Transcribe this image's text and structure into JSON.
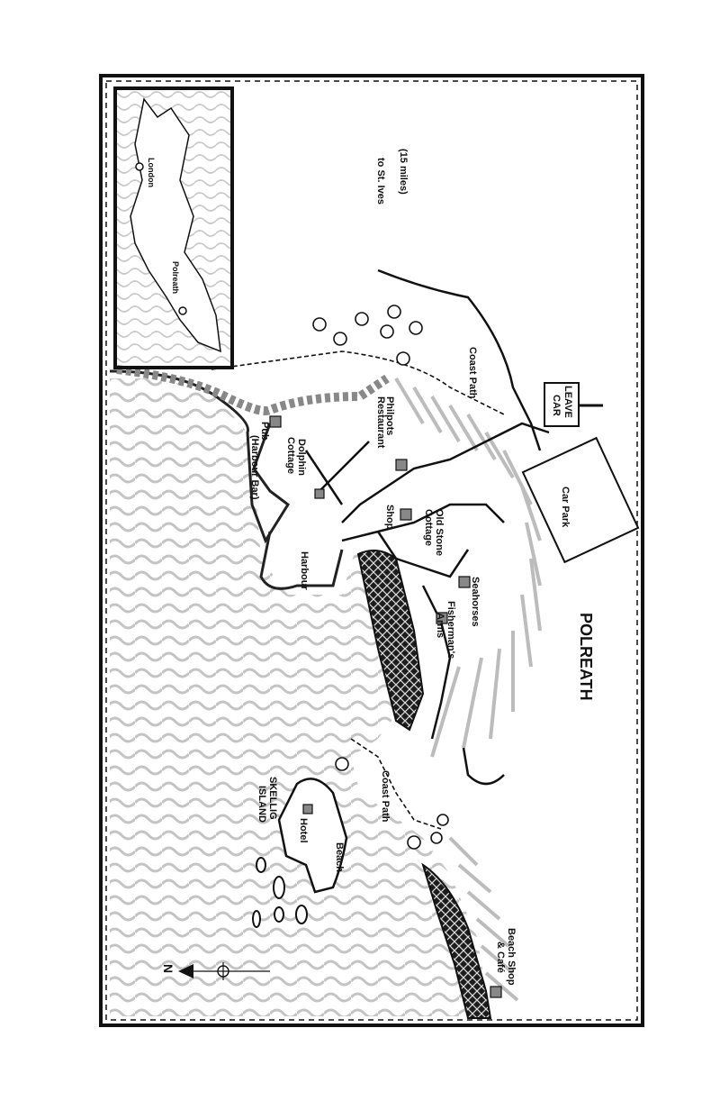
{
  "map": {
    "town_label": "POLREATH",
    "places": {
      "pub": "Pub",
      "harbour_bar": "(Harbour Bar)",
      "dolphin": "Dolphin",
      "cottage": "Cottage",
      "philpots": "Philpots",
      "restaurant": "Restaurant",
      "harbour": "Harbour",
      "shop": "Shop",
      "old_stone": "Old Stone",
      "old_stone_cottage": "Cottage",
      "fishermans": "Fisherman's",
      "arms": "Arms",
      "seahorses": "Seahorses",
      "car_park": "Car Park",
      "leave": "LEAVE",
      "car": "CAR",
      "hotel": "Hotel",
      "skellig": "SKELLIG",
      "island": "ISLAND",
      "beach": "Beach",
      "beach_shop": "Beach Shop",
      "and_cafe": "& Café",
      "coast_path_1": "Coast Path",
      "coast_path_2": "Coast Path",
      "to_st": "to St. Ives",
      "miles": "(15 miles)",
      "north": "N"
    },
    "inset": {
      "london": "London",
      "polreath": "Polreath"
    }
  }
}
